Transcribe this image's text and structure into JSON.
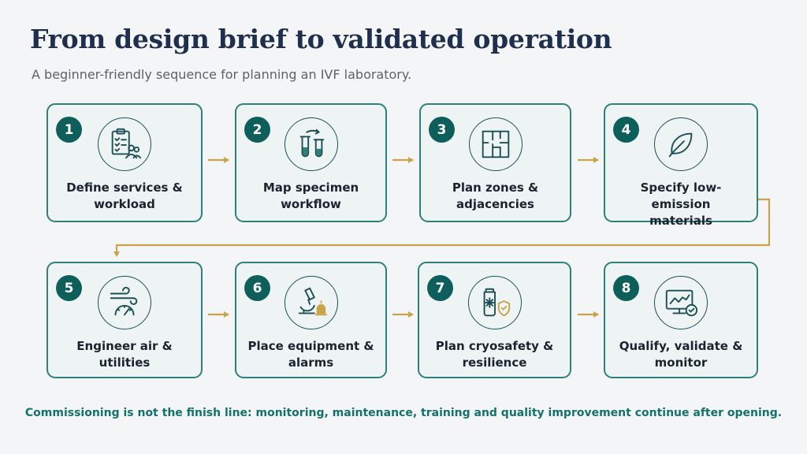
{
  "title": "From design brief to validated operation",
  "subtitle": "A beginner-friendly sequence for planning an IVF laboratory.",
  "steps": [
    {
      "number": "1",
      "line1": "Define services &",
      "line2": "workload",
      "icon": "clipboard-team-icon"
    },
    {
      "number": "2",
      "line1": "Map specimen",
      "line2": "workflow",
      "icon": "test-tubes-icon"
    },
    {
      "number": "3",
      "line1": "Plan zones &",
      "line2": "adjacencies",
      "icon": "floor-plan-icon"
    },
    {
      "number": "4",
      "line1": "Specify low-emission",
      "line2": "materials",
      "icon": "leaf-icon"
    },
    {
      "number": "5",
      "line1": "Engineer air &",
      "line2": "utilities",
      "icon": "airflow-gauge-icon"
    },
    {
      "number": "6",
      "line1": "Place equipment &",
      "line2": "alarms",
      "icon": "microscope-alarm-icon"
    },
    {
      "number": "7",
      "line1": "Plan cryosafety &",
      "line2": "resilience",
      "icon": "cryo-shield-icon"
    },
    {
      "number": "8",
      "line1": "Qualify, validate &",
      "line2": "monitor",
      "icon": "monitor-check-icon"
    }
  ],
  "footer": "Commissioning is not the finish line: monitoring, maintenance, training and quality improvement continue after opening.",
  "colors": {
    "title": "#1f2f4d",
    "accent_teal": "#0e5e5b",
    "card_border": "#2f7f7a",
    "card_fill": "#eef4f4",
    "arrow_gold": "#c9a44a",
    "footer_text": "#15716b"
  }
}
